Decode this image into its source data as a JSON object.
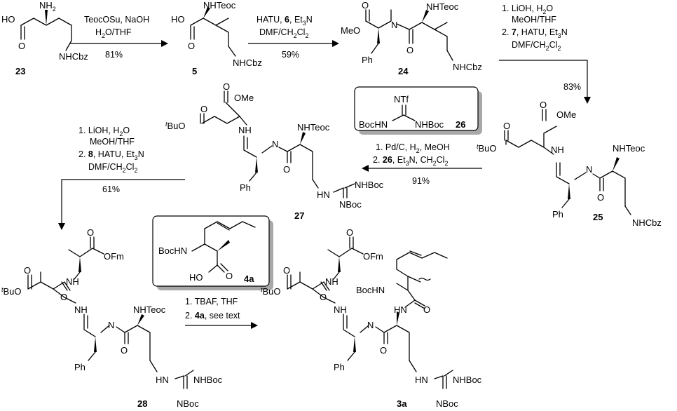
{
  "compounds": {
    "c23": "23",
    "c5": "5",
    "c24": "24",
    "c25": "25",
    "c26": "26",
    "c27": "27",
    "c28": "28",
    "c4a": "4a",
    "c3a": "3a"
  },
  "groups": {
    "HO": "HO",
    "O": "O",
    "NH2": "NH",
    "NH2_sub": "2",
    "NHCbz": "NHCbz",
    "NHTeoc": "NHTeoc",
    "MeO": "MeO",
    "OMe": "OMe",
    "N": "N",
    "Ph": "Ph",
    "tBu_t": "t",
    "BuO": "BuO",
    "HN": "HN",
    "NH": "NH",
    "NHBoc": "NHBoc",
    "NBoc": "NBoc",
    "NTf": "NTf",
    "BocHN": "BocHN",
    "OFm": "OFm"
  },
  "conditions": {
    "r1": {
      "line1": "TeocOSu, NaOH",
      "line2_a": "H",
      "line2_sub": "2",
      "line2_b": "O/THF",
      "yield": "81%"
    },
    "r2": {
      "line1_a": "HATU, ",
      "line1_bold": "6",
      "line1_b": ", Et",
      "line1_sub": "3",
      "line1_c": "N",
      "line2_a": "DMF/CH",
      "line2_sub1": "2",
      "line2_b": "Cl",
      "line2_sub2": "2",
      "yield": "59%"
    },
    "r3": {
      "s1": "1. LiOH, H",
      "s1_sub": "2",
      "s1_b": "O",
      "s1_c": "MeOH/THF",
      "s2_a": "2. ",
      "s2_bold": "7",
      "s2_b": ", HATU, Et",
      "s2_sub": "3",
      "s2_c": "N",
      "s2_d": "DMF/CH",
      "s2_sub1": "2",
      "s2_e": "Cl",
      "s2_sub2": "2",
      "yield": "83%"
    },
    "r4": {
      "s1_a": "1. Pd/C, H",
      "s1_sub": "2",
      "s1_b": ", MeOH",
      "s2_a": "2. ",
      "s2_bold": "26",
      "s2_b": ", Et",
      "s2_sub": "3",
      "s2_c": "N, CH",
      "s2_sub1": "2",
      "s2_d": "Cl",
      "s2_sub2": "2",
      "yield": "91%"
    },
    "r5": {
      "s1": "1. LiOH, H",
      "s1_sub": "2",
      "s1_b": "O",
      "s1_c": "MeOH/THF",
      "s2_a": "2. ",
      "s2_bold": "8",
      "s2_b": ", HATU, Et",
      "s2_sub": "3",
      "s2_c": "N",
      "s2_d": "DMF/CH",
      "s2_sub1": "2",
      "s2_e": "Cl",
      "s2_sub2": "2",
      "yield": "61%"
    },
    "r6": {
      "s1": "1. TBAF, THF",
      "s2_a": "2. ",
      "s2_bold": "4a",
      "s2_b": ", see text"
    }
  }
}
